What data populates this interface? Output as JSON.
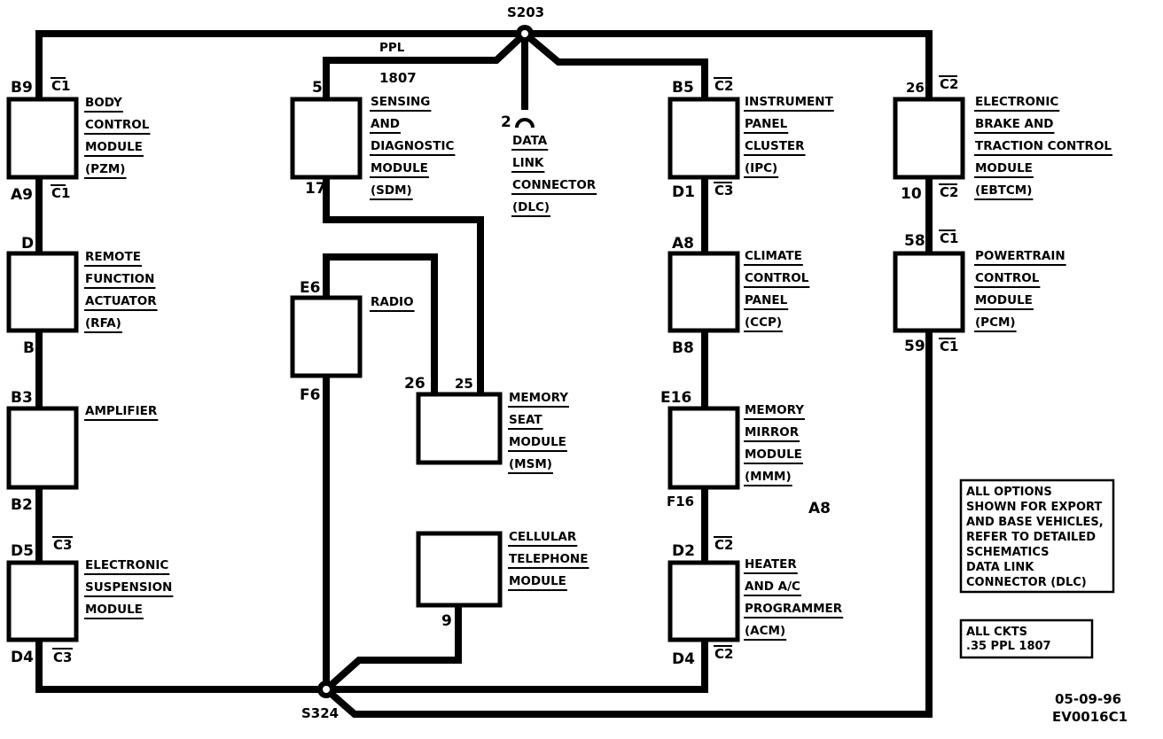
{
  "splices": {
    "top": "S203",
    "bottom": "S324"
  },
  "wire": {
    "color_label": "PPL",
    "circuit_label": "1807"
  },
  "modules": {
    "bcm": {
      "lines": [
        "BODY",
        "CONTROL",
        "MODULE",
        "(PZM)"
      ],
      "pin_top": "B9",
      "conn_top": "C1",
      "pin_bottom": "A9",
      "conn_bottom": "C1"
    },
    "rfa": {
      "lines": [
        "REMOTE",
        "FUNCTION",
        "ACTUATOR",
        "(RFA)"
      ],
      "pin_top": "D",
      "pin_bottom": "B"
    },
    "amp": {
      "lines": [
        "AMPLIFIER"
      ],
      "pin_top": "B3",
      "pin_bottom": "B2"
    },
    "esm": {
      "lines": [
        "ELECTRONIC",
        "SUSPENSION",
        "MODULE"
      ],
      "pin_top": "D5",
      "conn_top": "C3",
      "pin_bottom": "D4",
      "conn_bottom": "C3"
    },
    "sdm": {
      "lines": [
        "SENSING",
        "AND",
        "DIAGNOSTIC",
        "MODULE",
        "(SDM)"
      ],
      "pin_top": "5",
      "pin_bottom": "17"
    },
    "dlc": {
      "lines": [
        "DATA",
        "LINK",
        "CONNECTOR",
        "(DLC)"
      ],
      "pin": "2"
    },
    "radio": {
      "lines": [
        "RADIO"
      ],
      "pin_top": "E6",
      "pin_bottom": "F6"
    },
    "msm": {
      "lines": [
        "MEMORY",
        "SEAT",
        "MODULE",
        "(MSM)"
      ],
      "pin_left": "26",
      "pin_right": "25"
    },
    "ctm": {
      "lines": [
        "CELLULAR",
        "TELEPHONE",
        "MODULE"
      ],
      "pin_bottom": "9"
    },
    "ipc": {
      "lines": [
        "INSTRUMENT",
        "PANEL",
        "CLUSTER",
        "(IPC)"
      ],
      "pin_top": "B5",
      "conn_top": "C2",
      "pin_bottom": "D1",
      "conn_bottom": "C3"
    },
    "ccp": {
      "lines": [
        "CLIMATE",
        "CONTROL",
        "PANEL",
        "(CCP)"
      ],
      "pin_top": "A8",
      "pin_bottom": "B8"
    },
    "mmm": {
      "lines": [
        "MEMORY",
        "MIRROR",
        "MODULE",
        "(MMM)"
      ],
      "pin_top": "E16",
      "pin_bottom": "F16"
    },
    "acm": {
      "lines": [
        "HEATER",
        "AND A/C",
        "PROGRAMMER",
        "(ACM)"
      ],
      "pin_top": "D2",
      "conn_top": "C2",
      "pin_bottom": "D4",
      "conn_bottom": "C2"
    },
    "ebtcm": {
      "lines": [
        "ELECTRONIC",
        "BRAKE AND",
        "TRACTION CONTROL",
        "MODULE",
        "(EBTCM)"
      ],
      "pin_top": "26",
      "conn_top": "C2",
      "pin_bottom": "10",
      "conn_bottom": "C2"
    },
    "pcm": {
      "lines": [
        "POWERTRAIN",
        "CONTROL",
        "MODULE",
        "(PCM)"
      ],
      "pin_top": "58",
      "conn_top": "C1",
      "pin_bottom": "59",
      "conn_bottom": "C1"
    }
  },
  "stray_label": "A8",
  "notes": {
    "options": [
      "ALL OPTIONS",
      "SHOWN FOR EXPORT",
      "AND BASE VEHICLES,",
      "REFER TO DETAILED",
      "SCHEMATICS",
      "DATA LINK",
      "CONNECTOR (DLC)"
    ],
    "circuits": [
      "ALL CKTS",
      ".35 PPL 1807"
    ]
  },
  "footer": {
    "date": "05-09-96",
    "code": "EV0016C1"
  }
}
